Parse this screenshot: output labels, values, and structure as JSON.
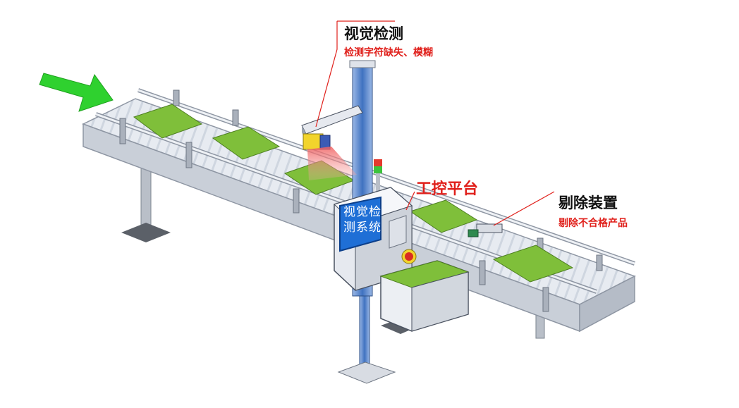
{
  "callouts": {
    "vision": {
      "title": "视觉检测",
      "subtitle": "检测字符缺失、模糊"
    },
    "ipc": {
      "title": "工控平台"
    },
    "reject": {
      "title": "剔除装置",
      "subtitle": "剔除不合格产品"
    }
  },
  "screen": {
    "line1": "视觉检",
    "line2": "测系统"
  },
  "colors": {
    "arrow": "#2fd12f",
    "callout_line": "#e0201b",
    "conveyor_top": "#eef1f5",
    "conveyor_side": "#c9cfd8",
    "pillar_blue": "#4a7fc9",
    "board_green": "#7fbf3a",
    "screen_blue": "#1f6fd6",
    "laser_red": "#e85a5a"
  },
  "icons": [
    "arrow-icon",
    "light-tower-icon",
    "estop-icon"
  ]
}
